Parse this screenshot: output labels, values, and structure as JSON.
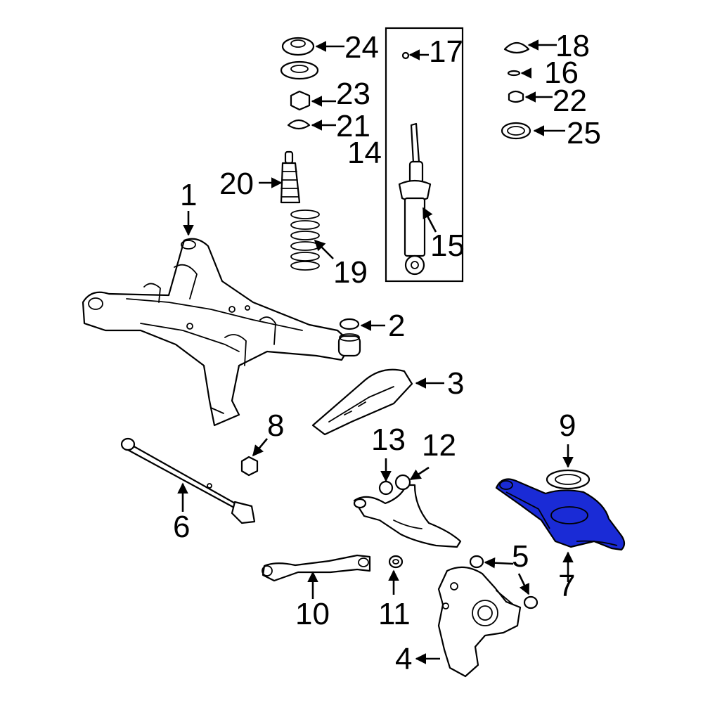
{
  "callouts": {
    "c1": "1",
    "c2": "2",
    "c3": "3",
    "c4": "4",
    "c5": "5",
    "c6": "6",
    "c7": "7",
    "c8": "8",
    "c9": "9",
    "c10": "10",
    "c11": "11",
    "c12": "12",
    "c13": "13",
    "c14": "14",
    "c15": "15",
    "c16": "16",
    "c17": "17",
    "c18": "18",
    "c19": "19",
    "c20": "20",
    "c21": "21",
    "c22": "22",
    "c23": "23",
    "c24": "24",
    "c25": "25"
  },
  "highlight": {
    "part": "7",
    "color": "#1a2bd6"
  }
}
